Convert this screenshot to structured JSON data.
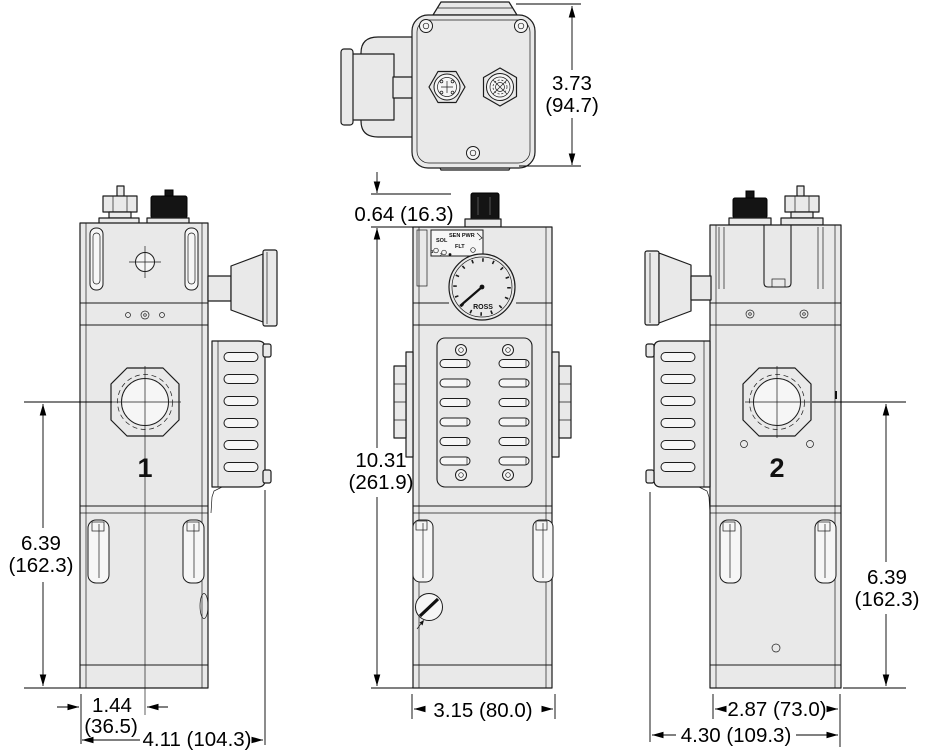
{
  "labels": {
    "port_1": "1",
    "port_2": "2",
    "gauge_brand": "ROSS",
    "indicator_sol": "SOL",
    "indicator_sen_pwr": "SEN PWR",
    "indicator_flt": "FLT",
    "indicator_1": "1",
    "indicator_2": "2"
  },
  "dimensions": {
    "top_view": {
      "height_in": "3.73",
      "height_mm": "(94.7)"
    },
    "front_view": {
      "connector_height": "0.64 (16.3)",
      "overall_height_in": "10.31",
      "overall_height_mm": "(261.9)",
      "width": "3.15 (80.0)"
    },
    "left_view": {
      "port_center_height_in": "6.39",
      "port_center_height_mm": "(162.3)",
      "port_center_offset_in": "1.44",
      "port_center_offset_mm": "(36.5)",
      "overall_width": "4.11 (104.3)"
    },
    "right_view": {
      "port_center_height_in": "6.39",
      "port_center_height_mm": "(162.3)",
      "body_width": "2.87 (73.0)",
      "overall_width": "4.30 (109.3)"
    }
  },
  "colors": {
    "body_fill": "#e9e9e9",
    "slot_fill": "#f6f6f6",
    "line": "#1c1c1c",
    "dim_line": "#000000",
    "connector_fill": "#141414",
    "background": "#ffffff"
  }
}
